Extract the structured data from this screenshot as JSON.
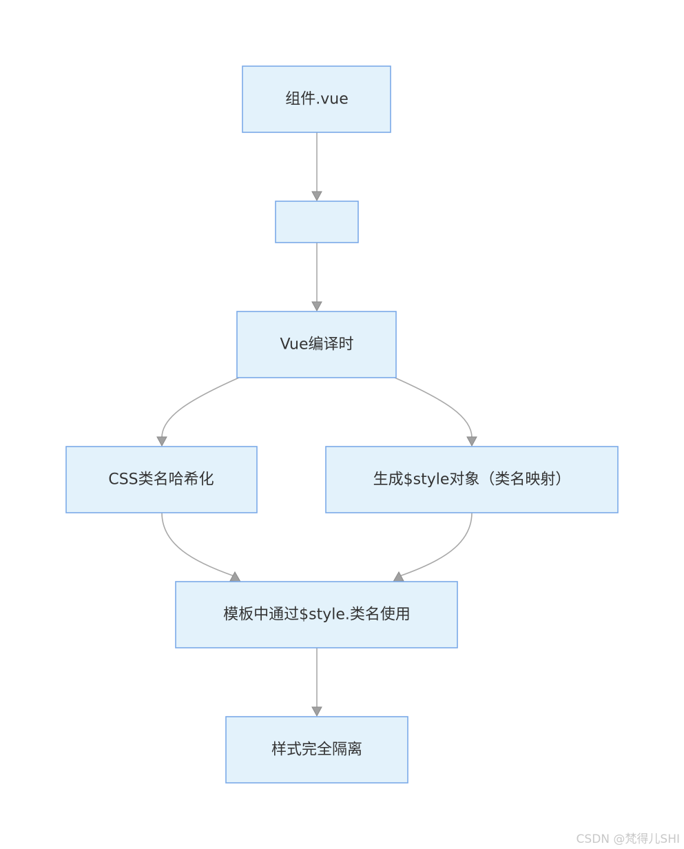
{
  "nodes": {
    "component_file": "组件.vue",
    "empty_step": "",
    "vue_compile": "Vue编译时",
    "css_hash": "CSS类名哈希化",
    "style_object": "生成$style对象（类名映射）",
    "template_usage": "模板中通过$style.类名使用",
    "style_isolation": "样式完全隔离"
  },
  "edges": [
    {
      "from": "component_file",
      "to": "empty_step"
    },
    {
      "from": "empty_step",
      "to": "vue_compile"
    },
    {
      "from": "vue_compile",
      "to": "css_hash"
    },
    {
      "from": "vue_compile",
      "to": "style_object"
    },
    {
      "from": "css_hash",
      "to": "template_usage"
    },
    {
      "from": "style_object",
      "to": "template_usage"
    },
    {
      "from": "template_usage",
      "to": "style_isolation"
    }
  ],
  "colors": {
    "node_fill": "#e3f2fb",
    "node_border": "#7aa9e8",
    "edge": "#a8a8a8",
    "text": "#333333"
  },
  "watermark": "CSDN @梵得儿SHI"
}
